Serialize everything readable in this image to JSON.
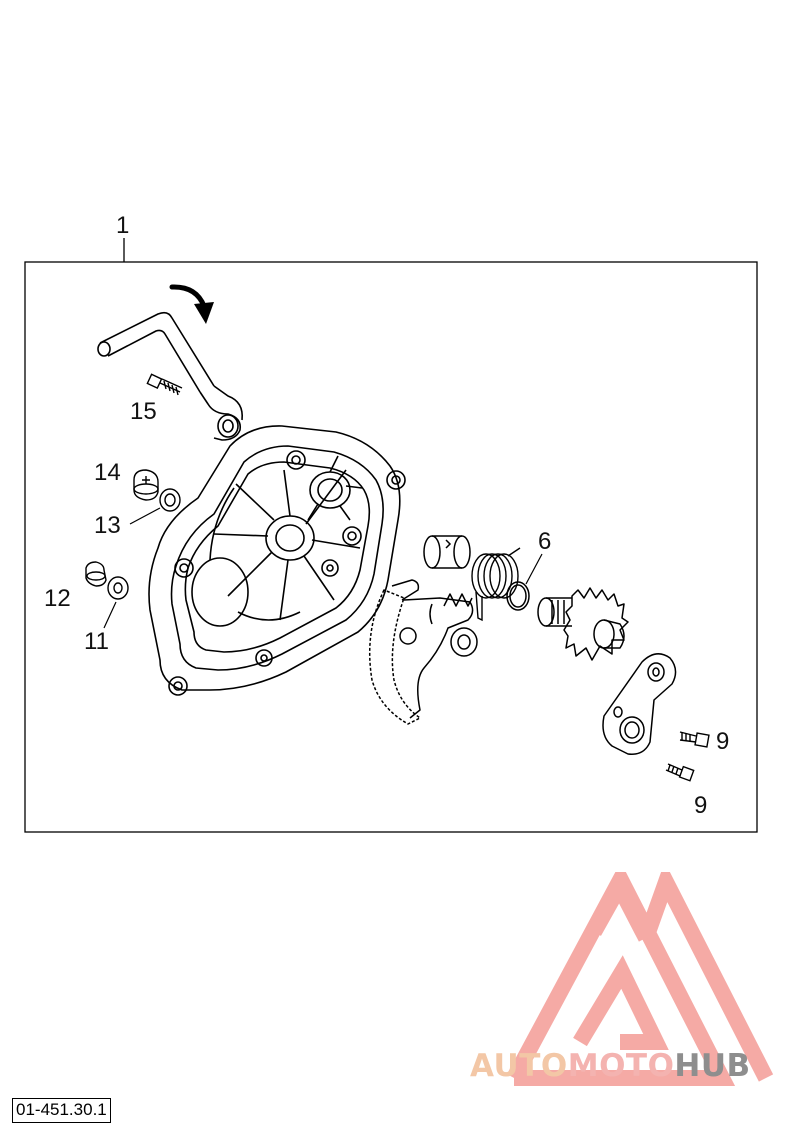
{
  "diagram": {
    "callouts": {
      "assembly": "1",
      "p6": "6",
      "p9a": "9",
      "p9b": "9",
      "p11": "11",
      "p12": "12",
      "p13": "13",
      "p14": "14",
      "p15": "15"
    }
  },
  "watermark": {
    "auto": "AUTO",
    "moto": "MOTO",
    "hub": "HUB",
    "colors": {
      "auto": "#f3c7a6",
      "moto": "#f4b3b0",
      "hub": "#8e8e8e",
      "logo": "#f4a19c"
    }
  },
  "reference_code": "01-451.30.1"
}
